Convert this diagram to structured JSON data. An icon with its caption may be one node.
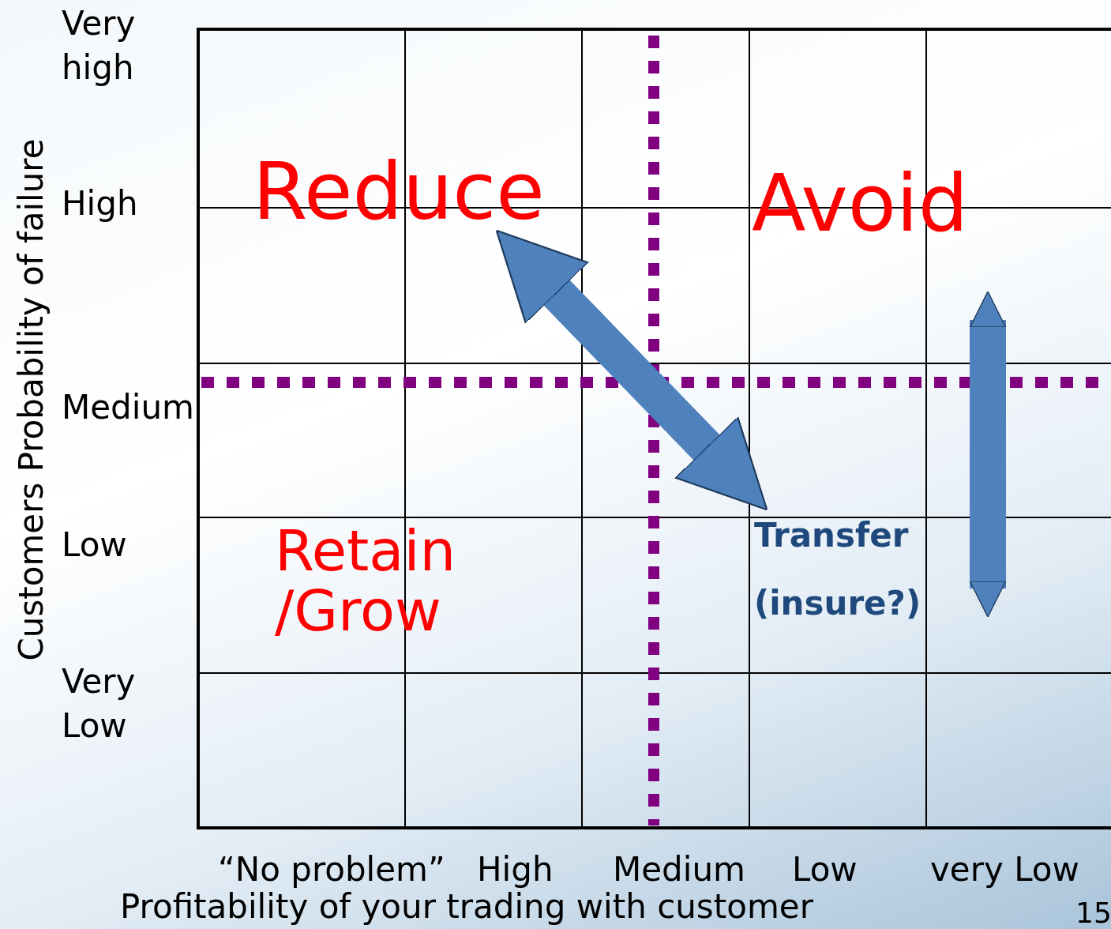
{
  "diagram": {
    "nodes": [
      {
        "text": [
          "Reduce"
        ]
      },
      {
        "text": [
          "Avoid"
        ]
      },
      {
        "text": [
          "Retain /Grow"
        ]
      },
      {
        "text": [
          "Transfer (insure?)"
        ]
      }
    ],
    "edges": [
      {
        "from": 0,
        "to": 3,
        "arrow": "both"
      },
      {
        "from": 1,
        "to": 3,
        "arrow": "both"
      }
    ],
    "labels": [
      "Very high",
      "High",
      "Medium",
      "Low",
      "Very Low",
      "Customers Probability of failure",
      "“No problem”",
      "High",
      "Medium",
      "Low",
      "very Low",
      "15",
      "Profitability of your trading with customer"
    ]
  }
}
